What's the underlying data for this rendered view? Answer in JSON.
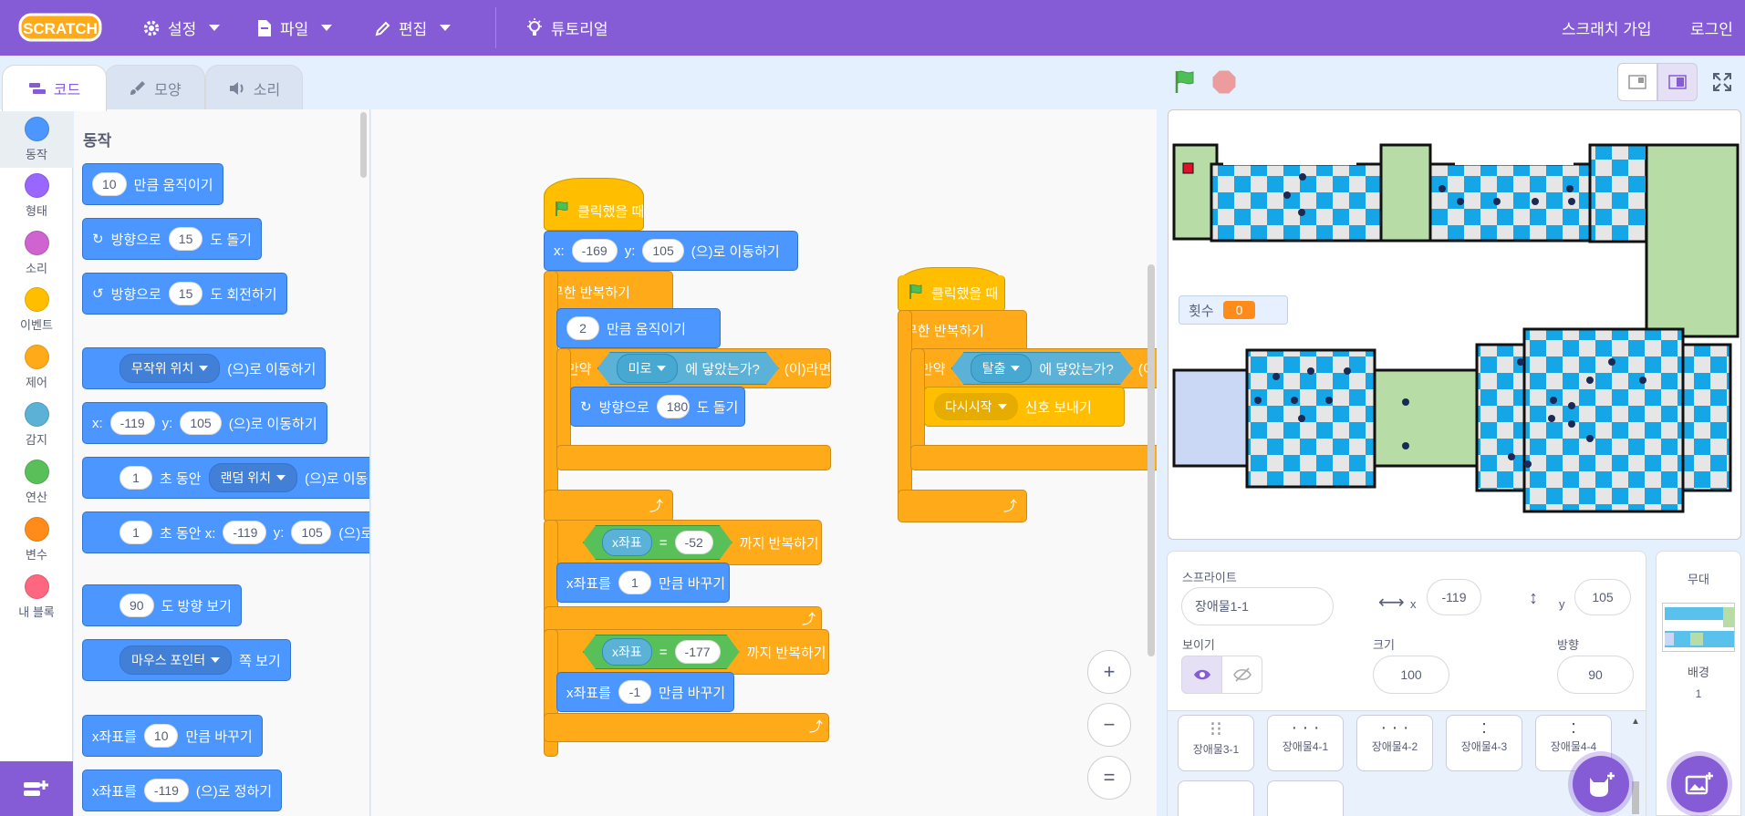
{
  "menubar": {
    "logo": "SCRATCH",
    "settings": "설정",
    "file": "파일",
    "edit": "편집",
    "tutorials": "튜토리얼",
    "join": "스크래치 가입",
    "signin": "로그인"
  },
  "tabs": {
    "code": "코드",
    "costumes": "모양",
    "sounds": "소리"
  },
  "categories": [
    {
      "label": "동작",
      "color": "#4c97ff"
    },
    {
      "label": "형태",
      "color": "#9966ff"
    },
    {
      "label": "소리",
      "color": "#cf63cf"
    },
    {
      "label": "이벤트",
      "color": "#ffbf00"
    },
    {
      "label": "제어",
      "color": "#ffab19"
    },
    {
      "label": "감지",
      "color": "#5cb1d6"
    },
    {
      "label": "연산",
      "color": "#59c059"
    },
    {
      "label": "변수",
      "color": "#ff8c1a"
    },
    {
      "label": "내 블록",
      "color": "#ff6680"
    }
  ],
  "palette": {
    "title": "동작",
    "move": {
      "value": "10",
      "text": "만큼 움직이기"
    },
    "turn_right": {
      "pre": "방향으로",
      "value": "15",
      "post": "도 돌기"
    },
    "turn_left": {
      "pre": "방향으로",
      "value": "15",
      "post": "도 회전하기"
    },
    "goto": {
      "dropdown": "무작위 위치",
      "text": "(으)로 이동하기"
    },
    "goto_xy": {
      "x_label": "x:",
      "x": "-119",
      "y_label": "y:",
      "y": "105",
      "text": "(으)로 이동하기"
    },
    "glide": {
      "value": "1",
      "text1": "초 동안",
      "dropdown": "랜덤 위치",
      "text2": "(으)로 이동"
    },
    "glide_xy": {
      "value": "1",
      "text1": "초 동안 x:",
      "x": "-119",
      "y_label": "y:",
      "y": "105",
      "text2": "(으)로"
    },
    "point_dir": {
      "value": "90",
      "text": "도 방향 보기"
    },
    "point_towards": {
      "dropdown": "마우스 포인터",
      "text": "쪽 보기"
    },
    "change_x": {
      "pre": "x좌표를",
      "value": "10",
      "post": "만큼 바꾸기"
    },
    "set_x": {
      "pre": "x좌표를",
      "value": "-119",
      "post": "(으)로 정하기"
    }
  },
  "scripts": {
    "s1": {
      "hat": "클릭했을 때",
      "goto_x_label": "x:",
      "goto_x": "-169",
      "goto_y_label": "y:",
      "goto_y": "105",
      "goto_text": "(으)로 이동하기",
      "forever": "무한 반복하기",
      "move_value": "2",
      "move_text": "만큼 움직이기",
      "if_label": "만약",
      "touch_dropdown": "미로",
      "touch_text": "에 닿았는가?",
      "then": "(이)라면",
      "turn_pre": "방향으로",
      "turn_value": "180",
      "turn_post": "도 돌기"
    },
    "s2": {
      "hat": "클릭했을 때",
      "forever": "무한 반복하기",
      "if_label": "만약",
      "touch_dropdown": "탈출",
      "touch_text": "에 닿았는가?",
      "then": "(이",
      "broadcast_dropdown": "다시시작",
      "broadcast_text": "신호 보내기"
    },
    "s3": {
      "rep1_var": "x좌표",
      "rep1_eq": "=",
      "rep1_value": "-52",
      "rep1_text": "까지 반복하기",
      "chg1_pre": "x좌표를",
      "chg1_value": "1",
      "chg1_post": "만큼 바꾸기",
      "rep2_var": "x좌표",
      "rep2_eq": "=",
      "rep2_value": "-177",
      "rep2_text": "까지 반복하기",
      "chg2_pre": "x좌표를",
      "chg2_value": "-1",
      "chg2_post": "만큼 바꾸기"
    }
  },
  "zoom": {
    "in": "+",
    "out": "−",
    "reset": "="
  },
  "stage": {
    "monitor_label": "횟수",
    "monitor_value": "0"
  },
  "sprite_info": {
    "sprite_label": "스프라이트",
    "sprite_name": "장애물1-1",
    "x_label": "x",
    "x": "-119",
    "y_label": "y",
    "y": "105",
    "show_label": "보이기",
    "size_label": "크기",
    "size": "100",
    "direction_label": "방향",
    "direction": "90"
  },
  "sprites": [
    "장애물3-1",
    "장애물4-1",
    "장애물4-2",
    "장애물4-3",
    "장애물4-4"
  ],
  "stage_pane": {
    "title": "무대",
    "backdrops_label": "배경",
    "backdrops_count": "1"
  }
}
